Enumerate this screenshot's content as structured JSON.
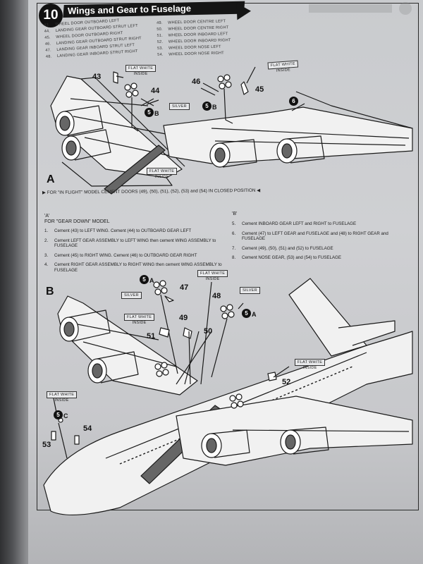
{
  "step": {
    "number": "10",
    "title": "Wings and Gear to Fuselage"
  },
  "parts_left": [
    {
      "num": "43.",
      "name": "WHEEL DOOR OUTBOARD LEFT"
    },
    {
      "num": "44.",
      "name": "LANDING GEAR OUTBOARD STRUT LEFT"
    },
    {
      "num": "45.",
      "name": "WHEEL DOOR OUTBOARD RIGHT"
    },
    {
      "num": "46.",
      "name": "LANDING GEAR OUTBOARD STRUT RIGHT"
    },
    {
      "num": "47.",
      "name": "LANDING GEAR INBOARD STRUT LEFT"
    },
    {
      "num": "48.",
      "name": "LANDING GEAR INBOARD STRUT RIGHT"
    }
  ],
  "parts_right": [
    {
      "num": "49.",
      "name": "WHEEL DOOR CENTRE LEFT"
    },
    {
      "num": "50.",
      "name": "WHEEL DOOR CENTRE RIGHT"
    },
    {
      "num": "51.",
      "name": "WHEEL DOOR INBOARD LEFT"
    },
    {
      "num": "52.",
      "name": "WHEEL DOOR INBOARD RIGHT"
    },
    {
      "num": "53.",
      "name": "WHEEL DOOR NOSE LEFT"
    },
    {
      "num": "54.",
      "name": "WHEEL DOOR NOSE RIGHT"
    }
  ],
  "callouts": {
    "flat_white": "FLAT WHITE",
    "inside": "INSIDE",
    "silver": "SILVER"
  },
  "panels": {
    "a": "A",
    "b": "B"
  },
  "numbers": {
    "n43": "43",
    "n44": "44",
    "n45": "45",
    "n46": "46",
    "n47": "47",
    "n48": "48",
    "n49": "49",
    "n50": "50",
    "n51": "51",
    "n52": "52",
    "n53": "53",
    "n54": "54",
    "circ5": "5",
    "circ6": "6",
    "sub_a": "A",
    "sub_b": "B",
    "sub_c": "C"
  },
  "inflight_note": "FOR \"IN FLIGHT\" MODEL CEMENT DOORS (49), (50), (51), (52), (53) and (54) IN CLOSED POSITION",
  "col_a": {
    "head": "'A'",
    "subhead": "FOR \"GEAR DOWN\" MODEL",
    "steps": [
      {
        "n": "1.",
        "text": "Cement (43) to LEFT WING. Cement (44) to OUTBOARD GEAR LEFT"
      },
      {
        "n": "2.",
        "text": "Cement LEFT GEAR ASSEMBLY to LEFT WING then cement WING ASSEMBLY to FUSELAGE"
      },
      {
        "n": "3.",
        "text": "Cement (45) to RIGHT WING. Cement (46) to OUTBOARD GEAR RIGHT"
      },
      {
        "n": "4.",
        "text": "Cement RIGHT GEAR ASSEMBLY to RIGHT WING then cement WING ASSEMBLY to FUSELAGE"
      }
    ]
  },
  "col_b": {
    "head": "'B'",
    "steps": [
      {
        "n": "5.",
        "text": "Cement INBOARD GEAR LEFT and RIGHT to FUSELAGE"
      },
      {
        "n": "6.",
        "text": "Cement (47) to LEFT GEAR and FUSELAGE and (48) to RIGHT GEAR and FUSELAGE"
      },
      {
        "n": "7.",
        "text": "Cement (49), (50), (51) and (52) to FUSELAGE"
      },
      {
        "n": "8.",
        "text": "Cement NOSE GEAR, (53) and (54) to FUSELAGE"
      }
    ]
  }
}
